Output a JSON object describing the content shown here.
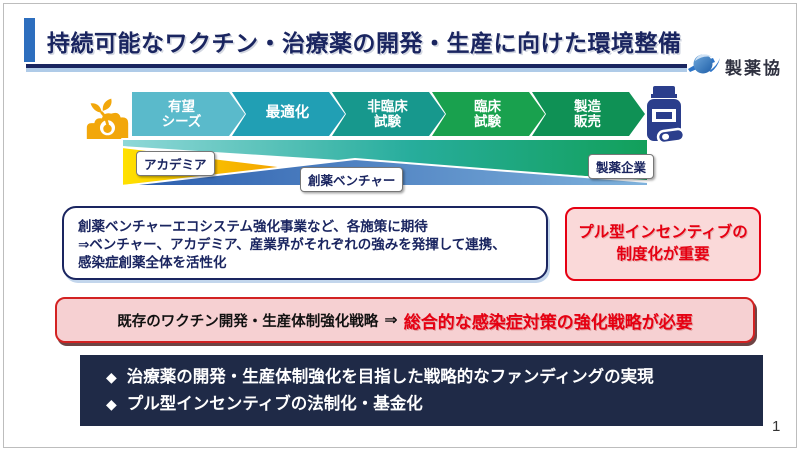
{
  "slide": {
    "title": "持続可能なワクチン・治療薬の開発・生産に向けた環境整備",
    "logo": {
      "text": "製薬協"
    },
    "page_number": "1"
  },
  "pipeline": {
    "stages": [
      {
        "lines": [
          "有望",
          "シーズ"
        ],
        "color": "#5abacb"
      },
      {
        "lines": [
          "最適化"
        ],
        "color": "#219fb4"
      },
      {
        "lines": [
          "非臨床",
          "試験"
        ],
        "color": "#17988d"
      },
      {
        "lines": [
          "臨床",
          "試験"
        ],
        "color": "#19a14e"
      },
      {
        "lines": [
          "製造",
          "販売"
        ],
        "color": "#0f9155"
      }
    ]
  },
  "actors": {
    "academia": "アカデミア",
    "venture": "創薬ベンチャー",
    "pharma": "製薬企業"
  },
  "ecosystem_box": {
    "line1": "創薬ベンチャーエコシステム強化事業など、各施策に期待",
    "line2": "⇒ベンチャー、アカデミア、産業界がそれぞれの強みを発揮して連携、",
    "line3": "感染症創薬全体を活性化"
  },
  "pull_incentive_box": {
    "line1": "プル型インセンティブの",
    "line2": "制度化が重要"
  },
  "strategy_box": {
    "existing": "既存のワクチン開発・生産体制強化戦略",
    "arrow": "⇒",
    "needed": "総合的な感染症対策の強化戦略が必要"
  },
  "summary_box": {
    "bullet_glyph": "◆",
    "bullets": [
      "治療薬の開発・生産体制強化を目指した戦略的なファンディングの実現",
      "プル型インセンティブの法制化・基金化"
    ]
  },
  "colors": {
    "title_text": "#1a2560",
    "title_bar": "#2d6ebe",
    "rule_dark": "#1a2560",
    "rule_light": "#afcbe8",
    "red_accent": "#e60012",
    "pull_box_bg": "#fad9d9",
    "strategy_strip_bg": "#f6d0d2",
    "summary_box_bg": "#1f2a47",
    "seedling": "#f2a70a",
    "bottle": "#2b3e8c",
    "academia_wedge_start": "#ffe100",
    "academia_wedge_end": "#f29b00",
    "venture_wedge_start": "#2a5cad",
    "venture_wedge_end": "#7fb2dc",
    "pharma_wedge_start": "#8fd8d8",
    "pharma_wedge_end": "#12a05a"
  }
}
